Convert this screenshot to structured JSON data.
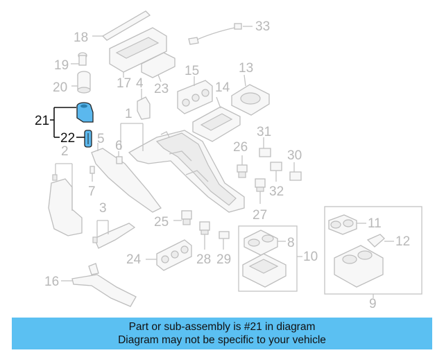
{
  "callouts": [
    "1",
    "2",
    "3",
    "4",
    "5",
    "6",
    "7",
    "8",
    "9",
    "10",
    "11",
    "12",
    "13",
    "14",
    "15",
    "16",
    "17",
    "18",
    "19",
    "20",
    "21",
    "22",
    "23",
    "24",
    "25",
    "26",
    "27",
    "28",
    "29",
    "30",
    "31",
    "32",
    "33"
  ],
  "highlight_color": "#5bc0f2",
  "highlighted_parts": [
    "21",
    "22"
  ],
  "banner": {
    "line1": "Part or sub-assembly is #21 in diagram",
    "line2": "Diagram may not be specific to your vehicle"
  }
}
